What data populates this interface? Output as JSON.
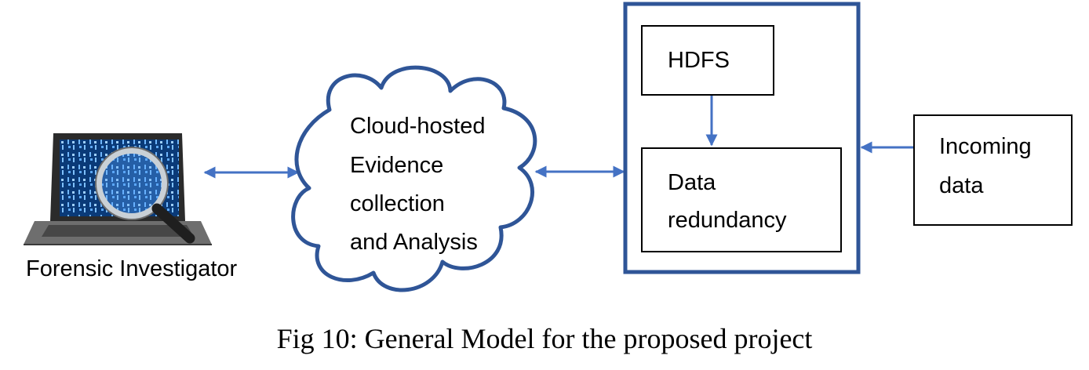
{
  "investigator": {
    "label": "Forensic Investigator",
    "icon": "laptop-magnifier-icon"
  },
  "cloud": {
    "lines": [
      "Cloud-hosted",
      "Evidence",
      "collection",
      "and Analysis"
    ]
  },
  "storage": {
    "hdfs_label": "HDFS",
    "redundancy_lines": [
      "Data",
      "redundancy"
    ]
  },
  "incoming": {
    "lines": [
      "Incoming",
      "data"
    ]
  },
  "caption": "Fig 10: General Model for the proposed project",
  "colors": {
    "arrow": "#4472C4",
    "cloud_outline": "#2F5597",
    "storage_border": "#2F5597",
    "box_border": "#000000",
    "screen": "#0A3A78"
  }
}
